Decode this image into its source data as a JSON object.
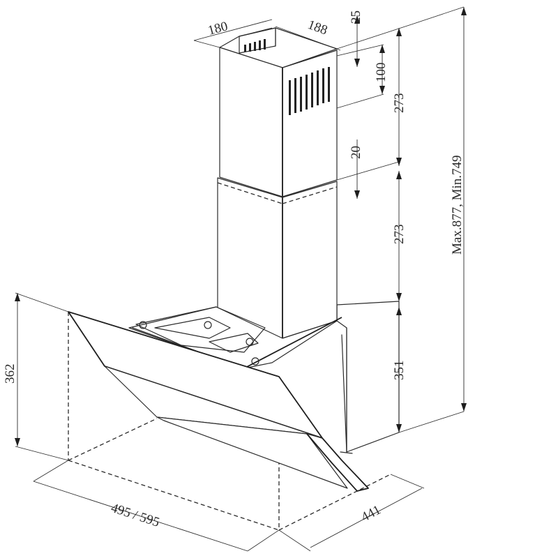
{
  "dimensions": {
    "chimney_width": "180",
    "chimney_depth": "188",
    "vent_top_gap": "25",
    "vent_height": "100",
    "upper_chimney_height": "273",
    "overlap": "20",
    "lower_chimney_height": "273",
    "total_height": "Max.877, Min.749",
    "hood_height": "362",
    "body_height": "351",
    "hood_width": "495 / 595",
    "hood_depth": "441"
  }
}
